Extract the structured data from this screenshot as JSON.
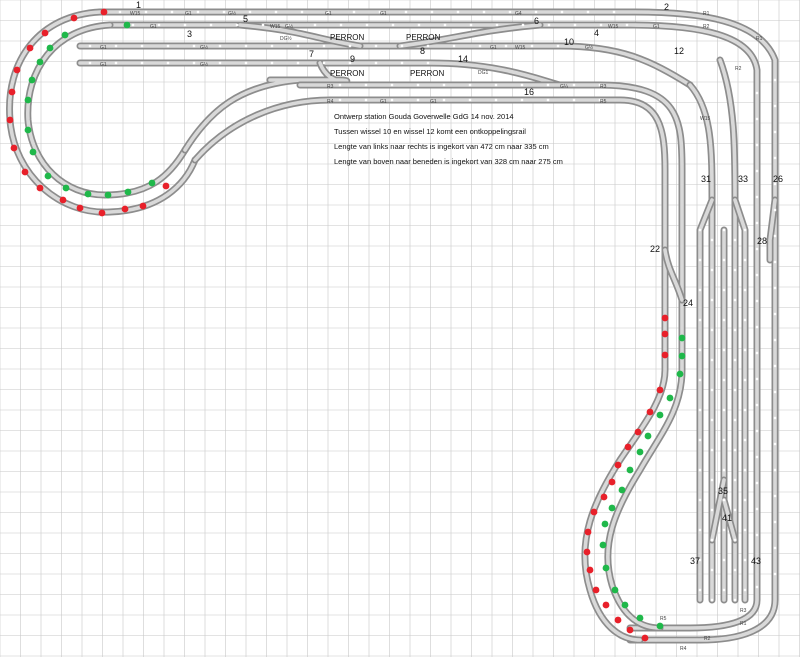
{
  "notes": [
    "Ontwerp station Gouda Goverwelle GdG 14 nov. 2014",
    "Tussen wissel 10 en wissel 12 komt een ontkoppelingsrail",
    "Lengte van links naar rechts is ingekort van 472 cm naar 335 cm",
    "Lengte van boven naar beneden is ingekort van 328 cm naar 275 cm"
  ],
  "platform_label": "PERRON",
  "switch_numbers": [
    "1",
    "2",
    "3",
    "4",
    "5",
    "6",
    "7",
    "8",
    "9",
    "10",
    "12",
    "14",
    "16",
    "22",
    "24",
    "26",
    "28",
    "31",
    "33",
    "35",
    "37",
    "41",
    "43"
  ],
  "segment_codes": [
    "G1",
    "G4",
    "R1",
    "R2",
    "R3",
    "R4",
    "R5",
    "W15",
    "DG1",
    "DG½",
    "G½",
    "G¼"
  ],
  "colors": {
    "background": "#ffffff",
    "grid": "#c8c8c8",
    "track_edge": "#8d8d8d",
    "track_fill": "#d9d9d9",
    "signal_red": "#e8202a",
    "signal_green": "#1fb84a",
    "tie_marker": "#ffffff"
  }
}
